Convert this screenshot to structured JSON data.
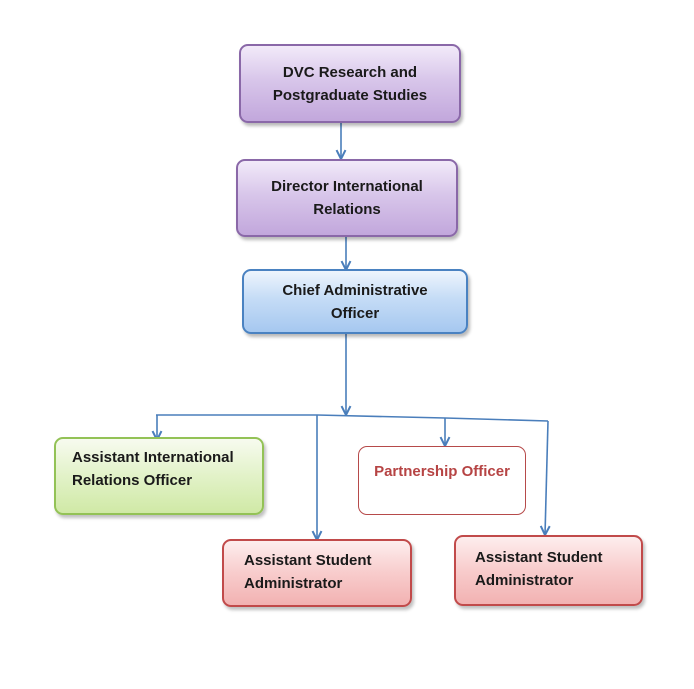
{
  "nodes": {
    "dvc": {
      "label": "DVC Research and\nPostgraduate Studies"
    },
    "director": {
      "label": "Director International\nRelations"
    },
    "chief": {
      "label": "Chief Administrative\nOfficer"
    },
    "assistant_intl": {
      "label": "Assistant International\nRelations Officer"
    },
    "partnership": {
      "label": "Partnership Officer"
    },
    "assistant_student_1": {
      "label": "Assistant Student\nAdministrator"
    },
    "assistant_student_2": {
      "label": "Assistant Student\nAdministrator"
    }
  },
  "colors": {
    "connector": "#4a7ebb",
    "partnership_text": "#b64444"
  }
}
